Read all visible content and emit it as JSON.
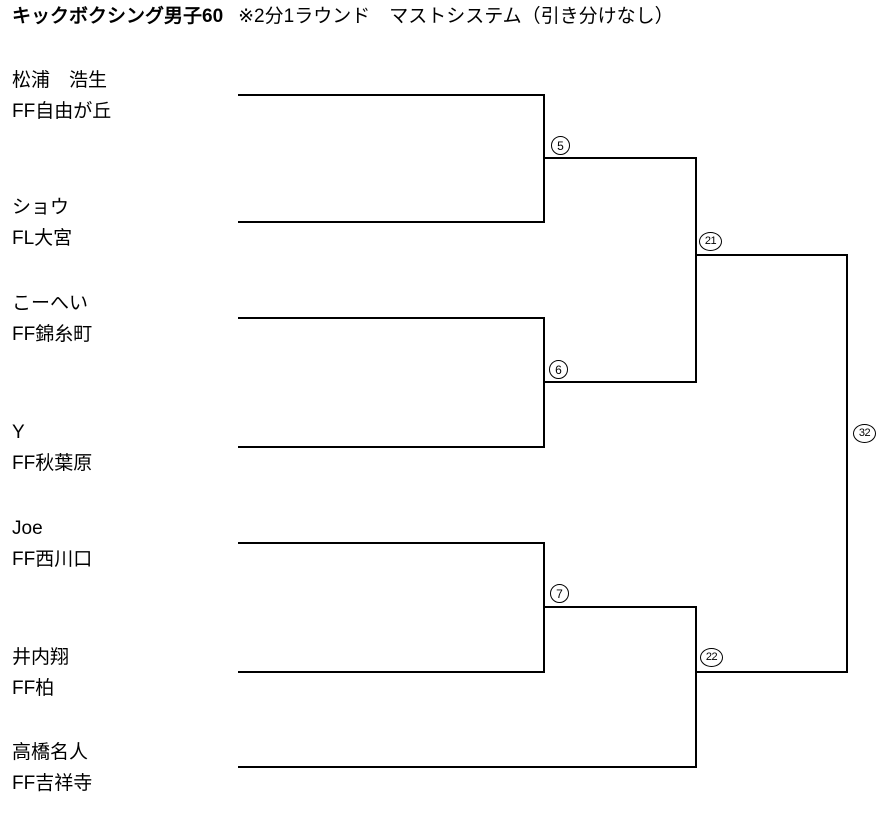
{
  "header": {
    "title": "キックボクシング男子60",
    "subtitle": "※2分1ラウンド　マストシステム（引き分けなし）"
  },
  "players": [
    {
      "name": "松浦　浩生",
      "club": "FF自由が丘"
    },
    {
      "name": "ショウ",
      "club": "FL大宮"
    },
    {
      "name": "こーへい",
      "club": "FF錦糸町"
    },
    {
      "name": "Y",
      "club": "FF秋葉原"
    },
    {
      "name": "Joe",
      "club": "FF西川口"
    },
    {
      "name": "井内翔",
      "club": "FF柏"
    },
    {
      "name": "高橋名人",
      "club": "FF吉祥寺"
    }
  ],
  "matches": {
    "m5": "5",
    "m6": "6",
    "m7": "7",
    "m21": "21",
    "m22": "22",
    "m32": "32"
  },
  "colors": {
    "line": "#000000",
    "text": "#000000",
    "background": "#ffffff"
  }
}
